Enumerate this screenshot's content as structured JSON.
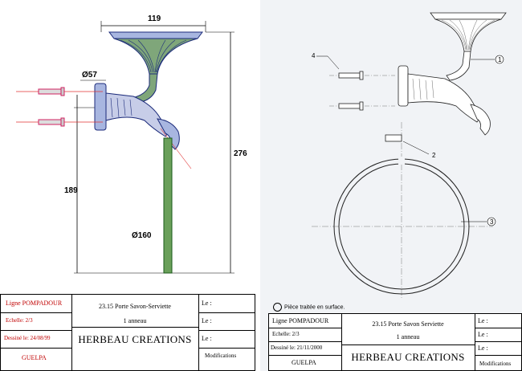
{
  "left_drawing": {
    "dimensions": {
      "width_top": "119",
      "base_diameter": "Ø57",
      "total_height": "276",
      "rod_height": "189",
      "rod_diameter": "Ø160"
    },
    "title_block": {
      "ligne": "Ligne POMPADOUR",
      "echelle": "Echelle: 2/3",
      "dessine": "Dessiné le: 24/08/99",
      "author": "GUELPA",
      "product": "23.15 Porte Savon-Serviette",
      "variant": "1 anneau",
      "company": "HERBEAU CREATIONS",
      "le1": "Le :",
      "le2": "Le :",
      "le3": "Le :",
      "modifications": "Modifications"
    }
  },
  "right_drawing": {
    "callouts": {
      "c1": "1",
      "c2": "2",
      "c3": "3",
      "c4": "4"
    },
    "note": "Pièce traitée en surface.",
    "title_block": {
      "ligne": "Ligne POMPADOUR",
      "echelle": "Echelle: 2/3",
      "dessine": "Dessiné le: 21/11/2000",
      "author": "GUELPA",
      "product": "23.15 Porte Savon Serviette",
      "variant": "1 anneau",
      "company": "HERBEAU CREATIONS",
      "le1": "Le :",
      "le2": "Le :",
      "le3": "Le :",
      "modifications": "Modifications"
    }
  }
}
